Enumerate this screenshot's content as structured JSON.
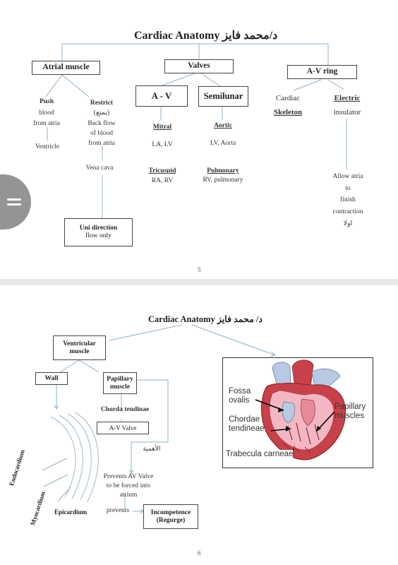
{
  "page1": {
    "title": "Cardiac Anatomy د/محمد فايز",
    "boxes": {
      "atrial_muscle": "Atrial muscle",
      "valves": "Valves",
      "av_ring": "A-V ring",
      "av": "A - V",
      "semilunar": "Semilunar",
      "uni_direction_1": "Uni direction",
      "uni_direction_2": "flow only"
    },
    "push": {
      "heading": "Push",
      "line1": "blood",
      "line2": "from atria"
    },
    "ventricle": "Ventricle",
    "restrict": {
      "heading": "Restrict",
      "arabic": "(يمنع)",
      "line1": "Back flow",
      "line2": "of blood",
      "line3": "from atria"
    },
    "vena_cava": "Vena cava",
    "mitral": {
      "heading": "Mitral",
      "detail": "LA, LV"
    },
    "tricuspid": {
      "heading": "Tricuspid",
      "detail": "RA, RV"
    },
    "aortic": {
      "heading": "Aortic",
      "detail": "LV, Aorta"
    },
    "pulmonary": {
      "heading": "Pulmonary",
      "detail": "RV, pulmonary"
    },
    "cardiac": "Cardiac",
    "skeleton": "Skeleton",
    "electric": "Electric",
    "insulator": "insulator",
    "allow": {
      "l1": "Allow atria",
      "l2": "to",
      "l3": "finish",
      "l4": "contraction",
      "l5": "اولا"
    },
    "page_number": "5"
  },
  "page2": {
    "title": "Cardiac Anatomy د/ محمد فايز",
    "boxes": {
      "ventricular_1": "Ventricular",
      "ventricular_2": "muscle",
      "wall": "Wall",
      "papillary_1": "Papillary",
      "papillary_2": "muscle",
      "av_valve": "A-V Valve",
      "incompetence_1": "Incompetence",
      "incompetence_2": "(Regurge)"
    },
    "chorda": "Chorda tendinae",
    "importance_arabic": "الأهمية",
    "prevents_av": {
      "l1": "Prevents AV Valve",
      "l2": "to be forced into",
      "l3": "atrium"
    },
    "prevents": "prevents",
    "layers": {
      "endocardium": "Endocardium",
      "myocardium": "Myocardium",
      "epicardium": "Epicardium"
    },
    "figure_labels": {
      "fossa_1": "Fossa",
      "fossa_2": "ovalis",
      "chordae_1": "Chordae",
      "chordae_2": "tendineae",
      "papillary_1": "Papillary",
      "papillary_2": "muscles",
      "trabecula": "Trabecula carneae"
    },
    "page_number": "6"
  },
  "colors": {
    "connector": "#8fb0c4",
    "box_border": "#444444",
    "page_bg": "#ffffff",
    "gap_bg": "#e9e9e9",
    "heart_red": "#c8414a",
    "heart_pink": "#f2b7c2",
    "vessel_blue": "#b7c9e3"
  }
}
